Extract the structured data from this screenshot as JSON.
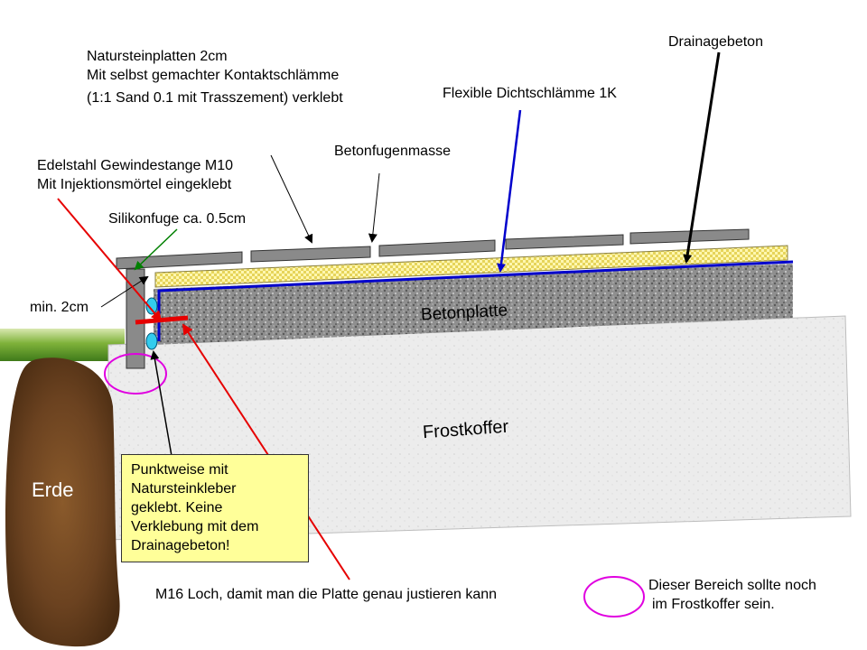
{
  "labels": {
    "natursteinplatten": [
      "Natursteinplatten 2cm",
      "Mit selbst gemachter Kontaktschlämme",
      "(1:1 Sand 0.1 mit Trasszement) verklebt"
    ],
    "drainagebeton": "Drainagebeton",
    "dichtschlaemme": "Flexible Dichtschlämme 1K",
    "betonfugenmasse": "Betonfugenmasse",
    "gewindestange": [
      "Edelstahl Gewindestange M10",
      "Mit Injektionsmörtel eingeklebt"
    ],
    "silikonfuge": "Silikonfuge ca. 0.5cm",
    "min2cm": "min. 2cm",
    "betonplatte": "Betonplatte",
    "frostkoffer": "Frostkoffer",
    "erde": "Erde",
    "note": [
      "Punktweise mit",
      "Natursteinkleber",
      "geklebt. Keine",
      "Verklebung mit dem",
      "Drainagebeton!"
    ],
    "m16_loch": "M16 Loch, damit man die Platte genau justieren kann",
    "legend_circle": [
      "Dieser Bereich sollte noch",
      "im Frostkoffer sein."
    ]
  },
  "colors": {
    "red_arrow": "#e60000",
    "blue_membrane": "#0000cc",
    "green_arrow": "#008000",
    "magenta_circle": "#e000e0",
    "drainage_yellow": "#f5ec8a",
    "note_yellow": "#ffff99",
    "stone_gray": "#888888"
  }
}
